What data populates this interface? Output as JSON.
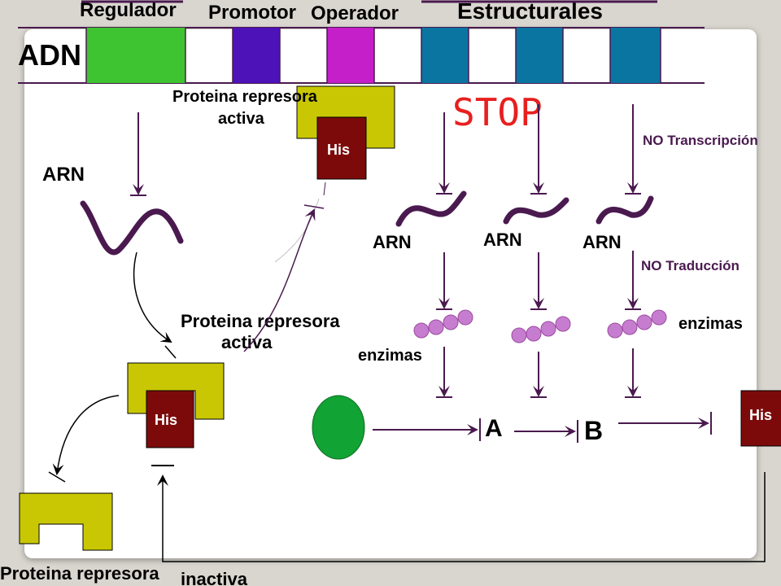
{
  "dna": {
    "label": "ADN",
    "genes": {
      "regulador": "Regulador",
      "promotor": "Promotor",
      "operador": "Operador",
      "estructurales": "Estructurales"
    }
  },
  "stop_text": "STOP",
  "labels": {
    "no_transcripcion": "NO  Transcripción",
    "no_traduccion": "NO Traducción",
    "arn_regulator": "ARN",
    "arn_1": "ARN",
    "arn_2": "ARN",
    "arn_3": "ARN",
    "enzimas_left": "enzimas",
    "enzimas_right": "enzimas",
    "product_a": "A",
    "product_b": "B"
  },
  "repressor_top": {
    "line1": "Proteina represora",
    "line2": "activa",
    "his": "His"
  },
  "repressor_mid": {
    "line1": "Proteina represora",
    "line2": "activa",
    "his": "His"
  },
  "repressor_bottom": {
    "line1": "Proteina represora",
    "line2": "inactiva"
  },
  "his_end": "His",
  "colors": {
    "arrow": "#4a1a4f",
    "rna": "#4a1a4f",
    "regulador": "#3ec431",
    "promotor": "#4d12b8",
    "operador": "#c51fc9",
    "estructurales": "#0a75a1",
    "protein": "#c9c703",
    "his": "#7d0a0a",
    "enzyme": "#c77dcf",
    "substrate": "#11a333",
    "stop": "#e81f1f"
  }
}
